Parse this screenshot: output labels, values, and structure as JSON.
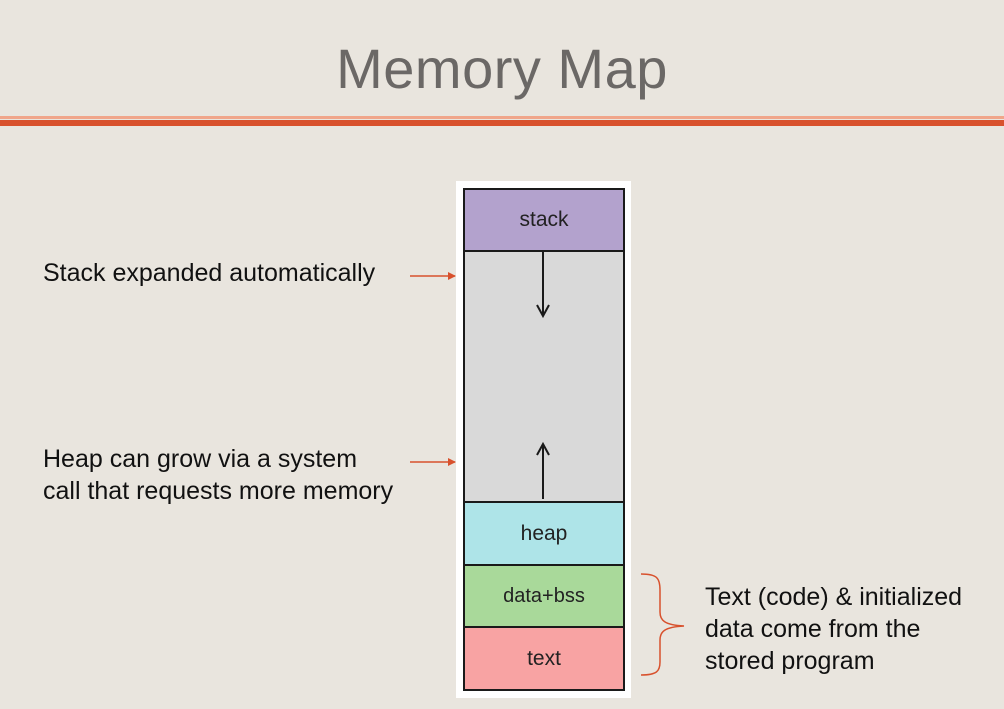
{
  "slide": {
    "title": "Memory Map"
  },
  "memory_map": {
    "segments": {
      "stack": "stack",
      "heap": "heap",
      "data": "data+bss",
      "text": "text"
    }
  },
  "annotations": {
    "stack_growth": "Stack expanded automatically",
    "heap_growth": [
      "Heap can grow via a system",
      "call that requests more memory"
    ],
    "text_data_origin": [
      "Text (code) & initialized",
      "data come from the",
      "stored program"
    ]
  },
  "colors": {
    "background": "#e9e5de",
    "title": "#6b6866",
    "accent": "#d8512d",
    "stack": "#b3a2cd",
    "free": "#d9d9d9",
    "heap": "#aee4e8",
    "data": "#a9d99a",
    "text": "#f8a3a3"
  }
}
